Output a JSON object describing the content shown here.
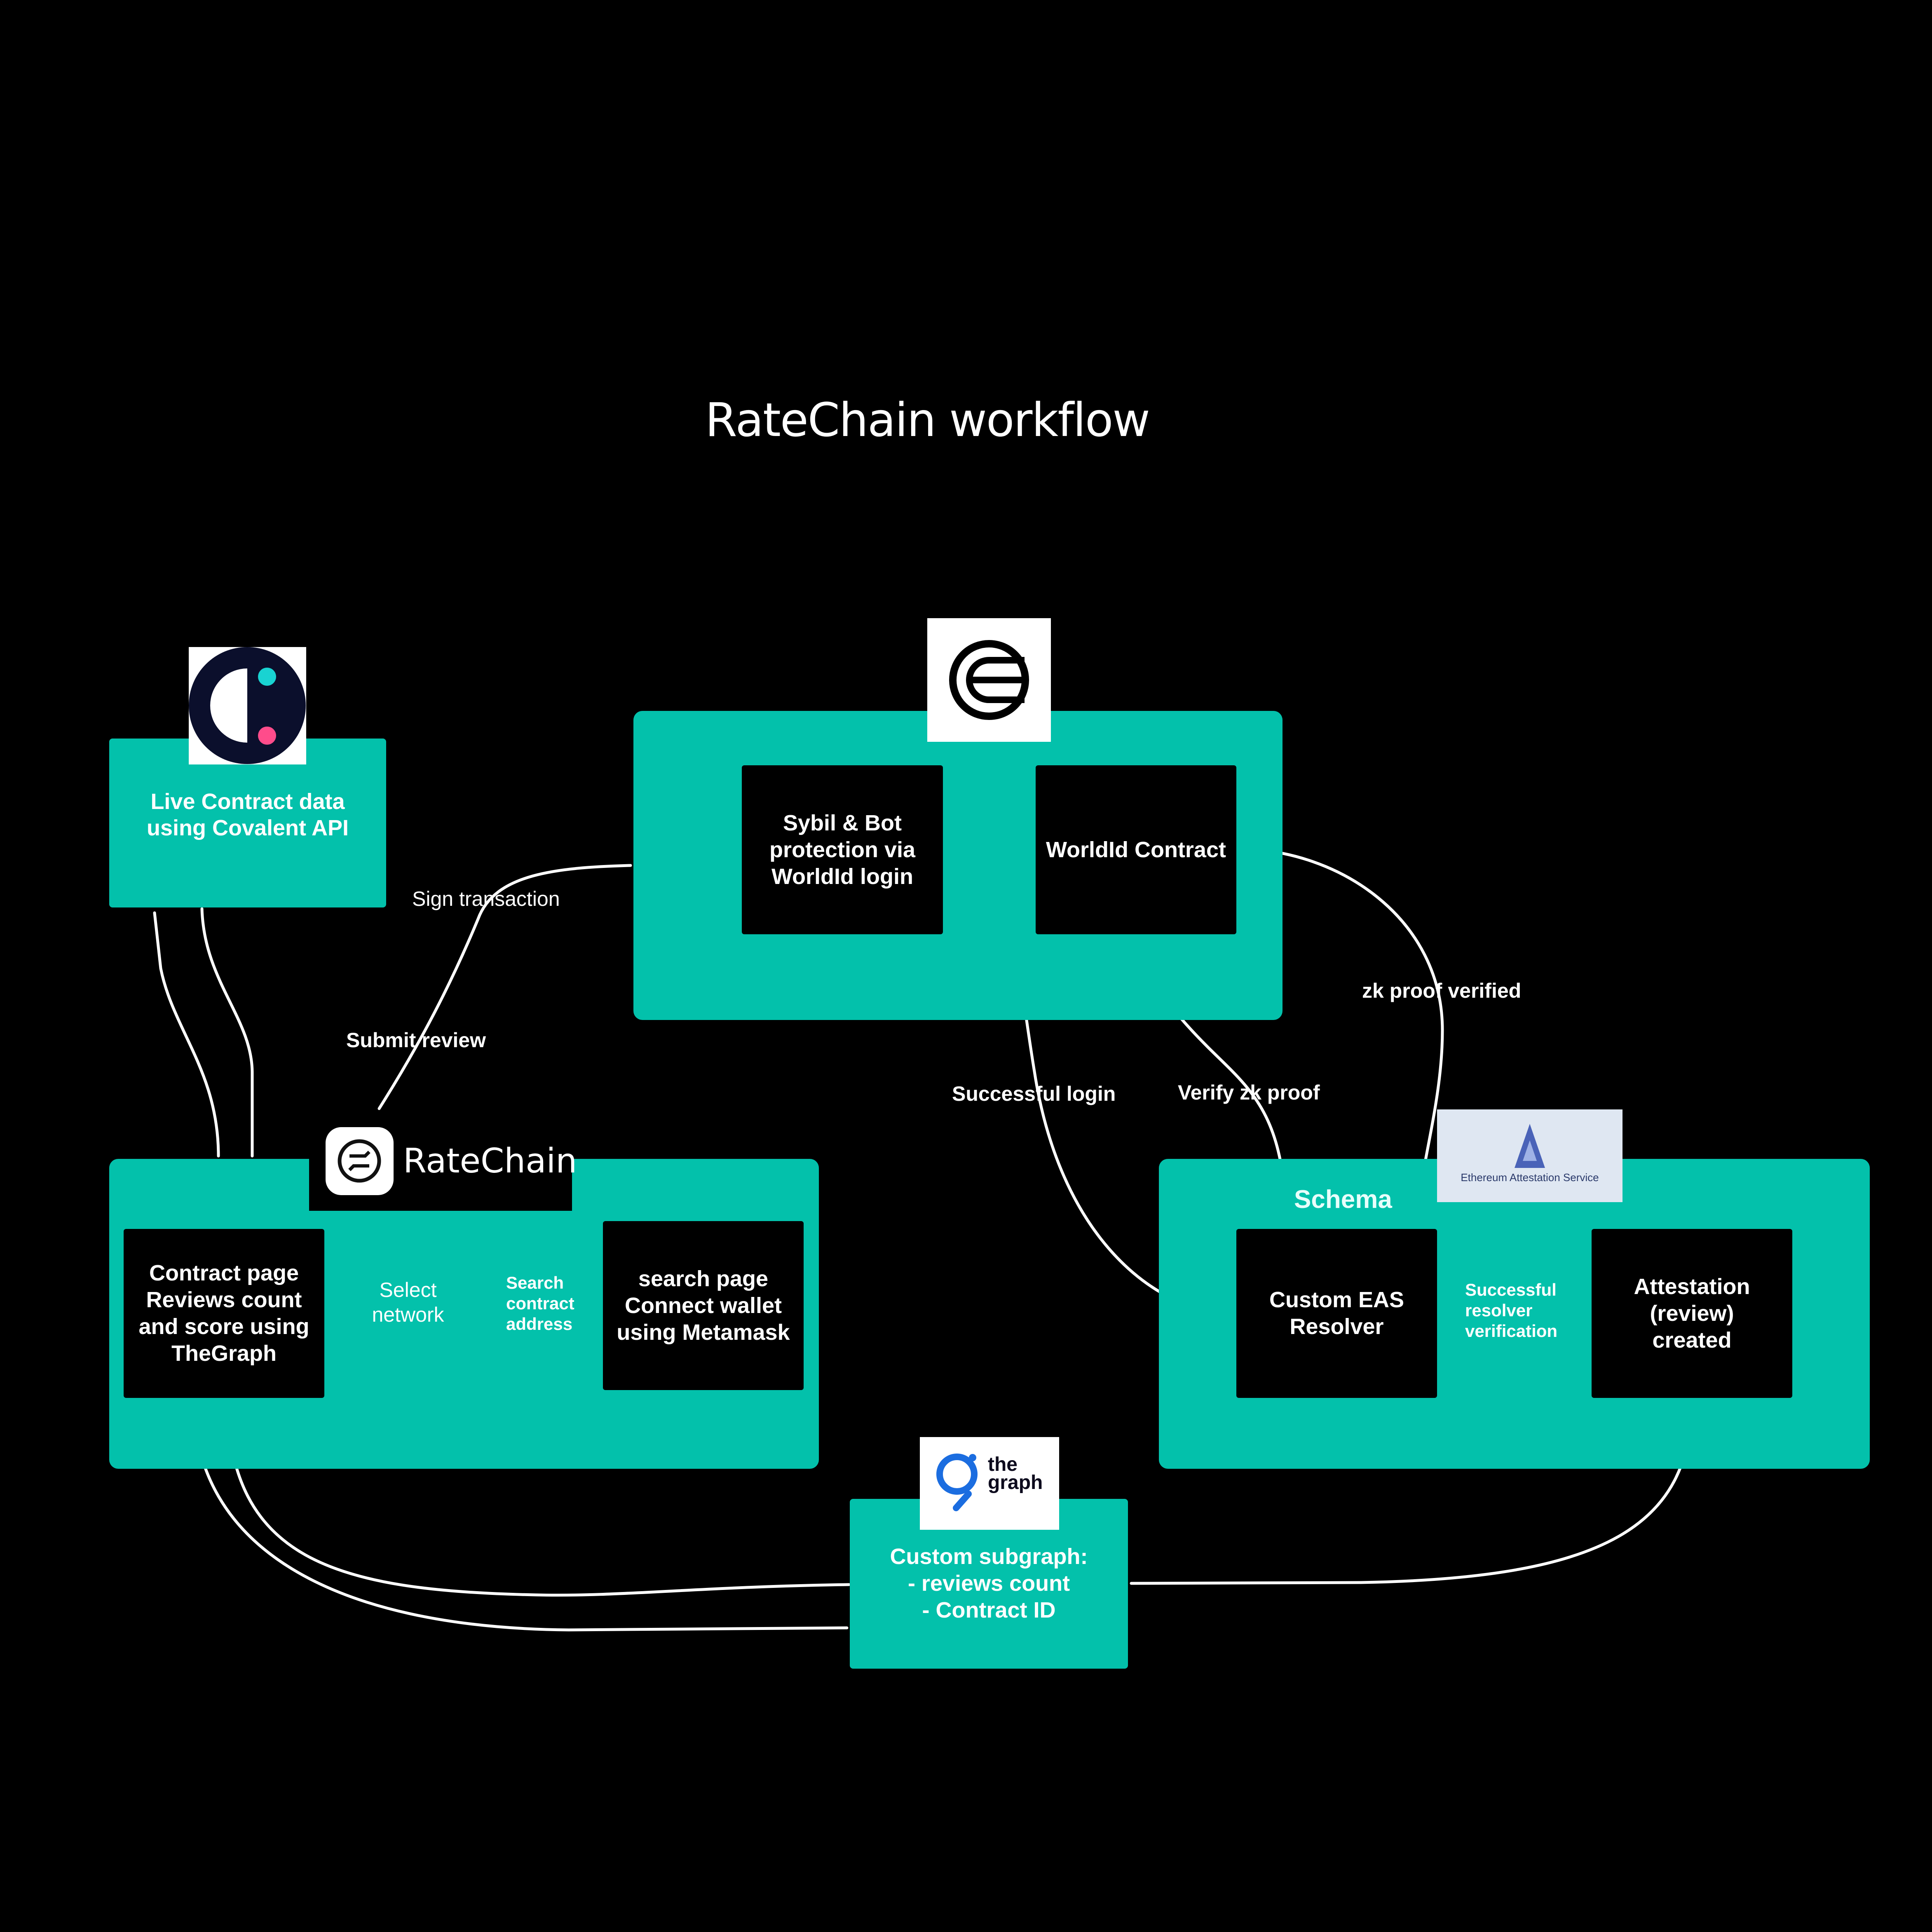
{
  "title": "RateChain workflow",
  "nodes": {
    "covalent": "Live Contract data\nusing Covalent API",
    "worldid_group": "",
    "sybil": "Sybil & Bot\nprotection via\nWorldId login",
    "worldid_contract": "WorldId Contract",
    "ratechain_brand": "RateChain",
    "contract_page": "Contract page\nReviews count\nand score using\nTheGraph",
    "search_page": "search page\nConnect wallet\nusing Metamask",
    "schema": "Schema",
    "eas_resolver": "Custom EAS\nResolver",
    "attestation": "Attestation\n(review)\ncreated",
    "subgraph": "Custom subgraph:\n- reviews count\n- Contract ID",
    "eas_logo_caption": "Ethereum Attestation Service",
    "thegraph_logo_text": "the\ngraph"
  },
  "edges": {
    "sign_transaction": "Sign transaction",
    "submit_review": "Submit review",
    "successful_login": "Successful login",
    "verify_zk_proof": "Verify zk proof",
    "zk_proof_verified": "zk proof verified",
    "select_network": "Select\nnetwork",
    "search_contract_address": "Search\ncontract\naddress",
    "successful_resolver_verification": "Successful\nresolver\nverification"
  },
  "icons": {
    "covalent": "covalent-logo-icon",
    "worldcoin": "worldcoin-logo-icon",
    "ratechain": "ratechain-logo-icon",
    "eas": "eas-logo-icon",
    "thegraph": "thegraph-logo-icon"
  },
  "colors": {
    "background": "#000000",
    "accent": "#03c1ab",
    "box": "#000000",
    "text": "#ffffff"
  }
}
